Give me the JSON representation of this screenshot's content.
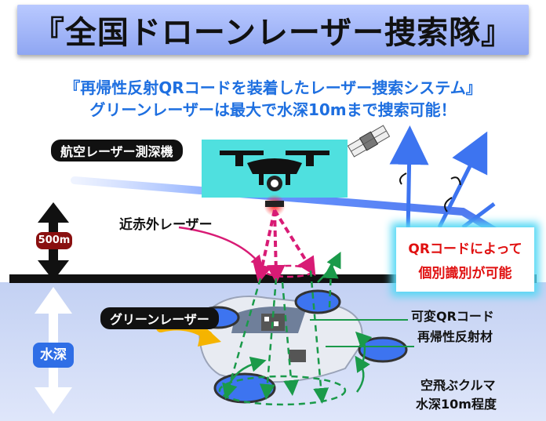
{
  "title": "『全国ドローンレーザー捜索隊』",
  "subtitle_lines": [
    "『再帰性反射QRコードを装着したレーザー捜索システム』",
    "グリーンレーザーは最大で水深10mまで捜索可能！"
  ],
  "labels": {
    "airborne": "航空レーザー測深機",
    "near_ir": "近赤外レーザー",
    "altitude": "500m",
    "green_laser": "グリーンレーザー",
    "water_depth": "水深",
    "qr_callout_1": "QRコードによって",
    "qr_callout_2": "個別識別が可能",
    "variable_qr_1": "可変QRコード",
    "variable_qr_2": "再帰性反射材",
    "flying_car_1": "空飛ぶクルマ",
    "flying_car_2": "水深10m程度"
  },
  "colors": {
    "title_bg": "#a9bbf9",
    "accent_blue": "#1e6fe0",
    "laser_pink": "#d81b75",
    "green_dash": "#1a9a4a",
    "water": "#c9d6f5",
    "callout_red": "#e01010",
    "altitude_badge": "#8a1010",
    "depth_badge": "#2f6ee6"
  }
}
